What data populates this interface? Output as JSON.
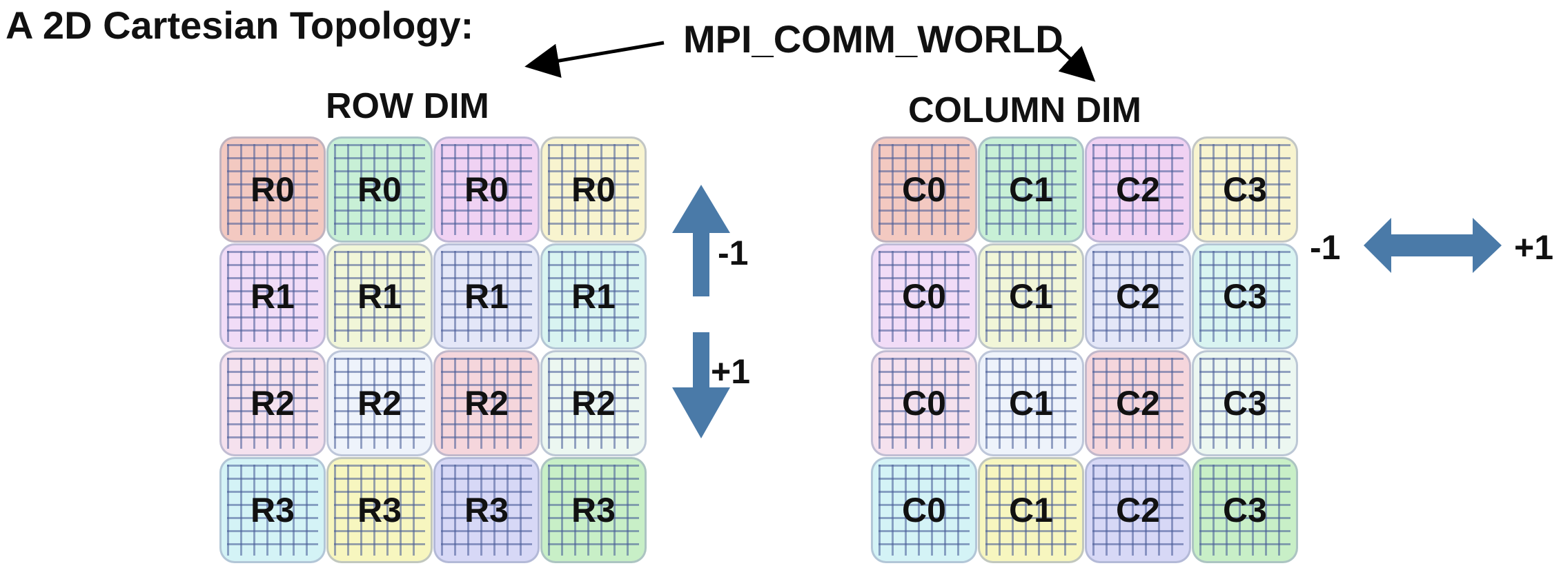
{
  "title": "A 2D Cartesian Topology:",
  "communicator": "MPI_COMM_WORLD",
  "row_grid": {
    "label": "ROW DIM",
    "cells": [
      [
        "R0",
        "R0",
        "R0",
        "R0"
      ],
      [
        "R1",
        "R1",
        "R1",
        "R1"
      ],
      [
        "R2",
        "R2",
        "R2",
        "R2"
      ],
      [
        "R3",
        "R3",
        "R3",
        "R3"
      ]
    ],
    "colors": [
      [
        "#f3c9c1",
        "#c8f0d6",
        "#f0d2f3",
        "#f8f4cf"
      ],
      [
        "#f1dcf7",
        "#f1f6d8",
        "#e4e7f8",
        "#d9f4f1"
      ],
      [
        "#f5e1ee",
        "#eef3fb",
        "#f5d6dc",
        "#ecf7f1"
      ],
      [
        "#d4f3f6",
        "#f7f6bf",
        "#d7d8f6",
        "#c8efc7"
      ]
    ],
    "arrow_up_label": "-1",
    "arrow_down_label": "+1"
  },
  "column_grid": {
    "label": "COLUMN DIM",
    "cells": [
      [
        "C0",
        "C1",
        "C2",
        "C3"
      ],
      [
        "C0",
        "C1",
        "C2",
        "C3"
      ],
      [
        "C0",
        "C1",
        "C2",
        "C3"
      ],
      [
        "C0",
        "C1",
        "C2",
        "C3"
      ]
    ],
    "colors": [
      [
        "#f3c9c1",
        "#c8f0d6",
        "#f0d2f3",
        "#f8f4cf"
      ],
      [
        "#f1dcf7",
        "#f1f6d8",
        "#e4e7f8",
        "#d9f4f1"
      ],
      [
        "#f5e1ee",
        "#eef3fb",
        "#f5d6dc",
        "#ecf7f1"
      ],
      [
        "#d4f3f6",
        "#f7f6bf",
        "#d7d8f6",
        "#c8efc7"
      ]
    ],
    "arrow_left_label": "-1",
    "arrow_right_label": "+1"
  },
  "colors": {
    "arrow": "#4a7aa8",
    "text": "#111111",
    "pointer": "#000000"
  }
}
